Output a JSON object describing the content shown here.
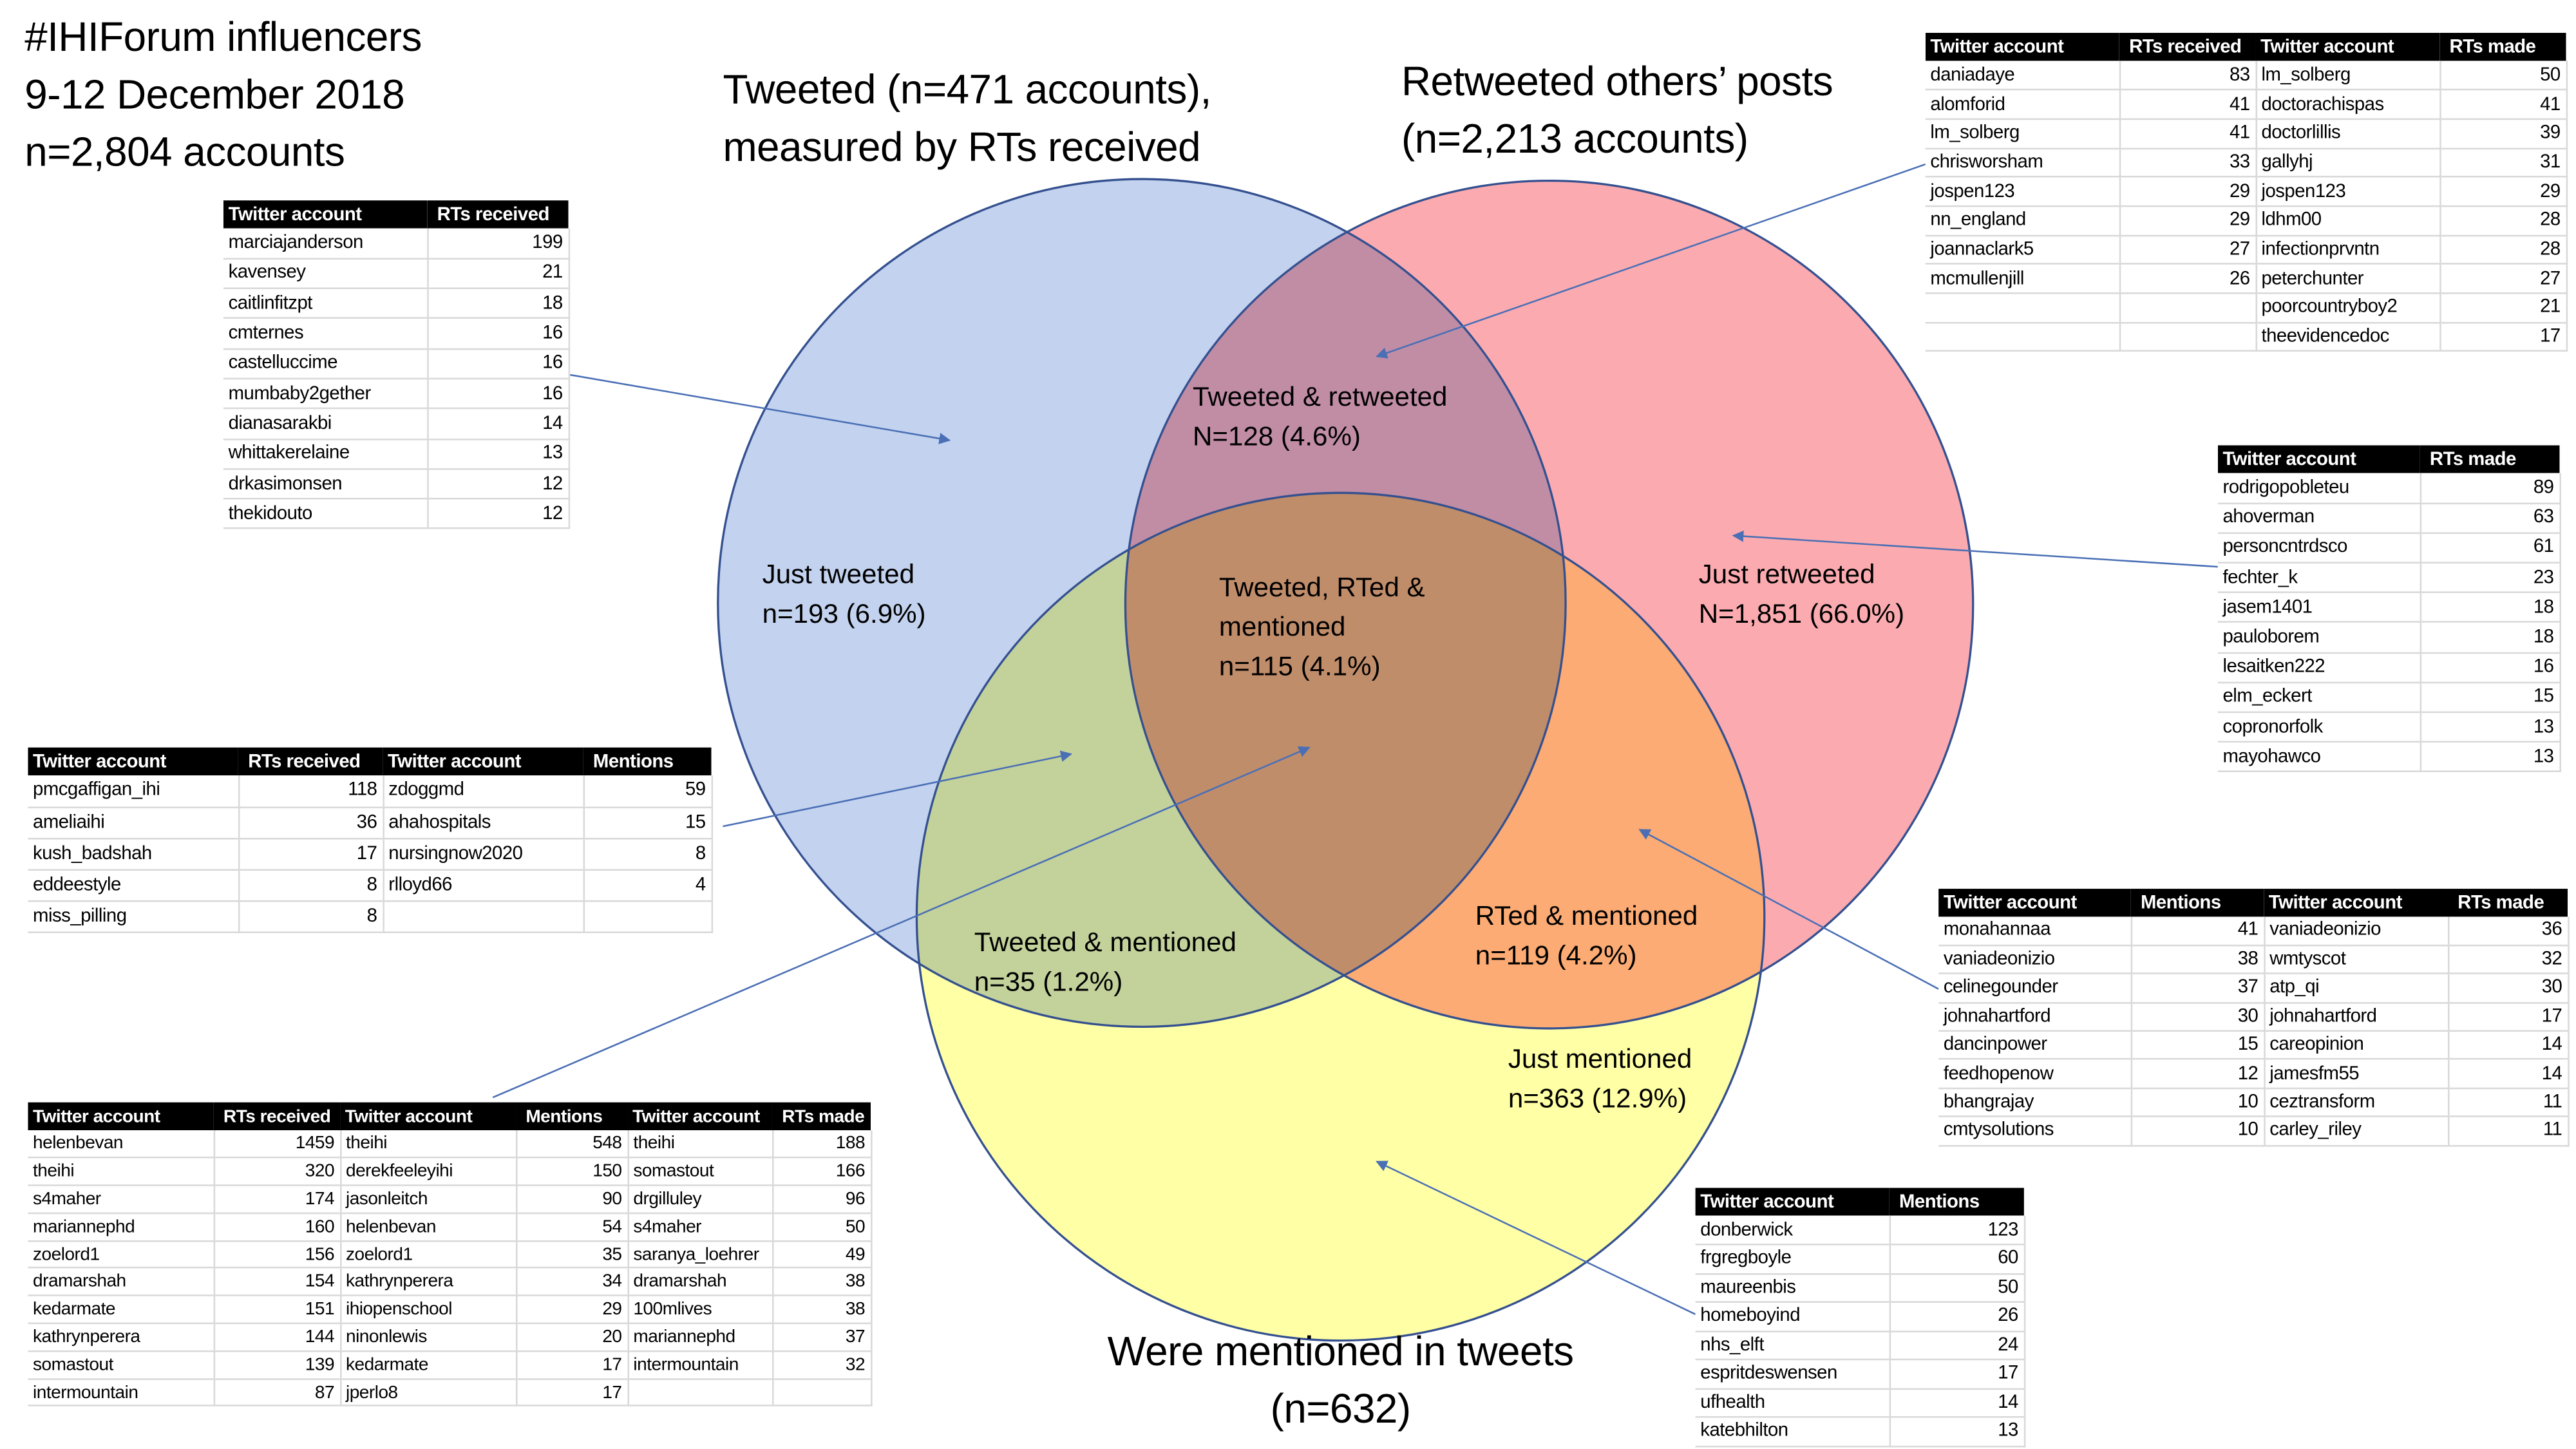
{
  "title": {
    "line1": "#IHIForum influencers",
    "line2": "9-12 December 2018",
    "line3": "n=2,804 accounts"
  },
  "sets": {
    "tweeted": {
      "line1": "Tweeted (n=471 accounts),",
      "line2": "measured by RTs received"
    },
    "retweeted": {
      "line1": "Retweeted others’ posts",
      "line2": "(n=2,213 accounts)"
    },
    "mentioned": {
      "line1": "Were mentioned in tweets",
      "line2": "(n=632)"
    }
  },
  "regions": {
    "tweeted_retweeted": {
      "line1": "Tweeted & retweeted",
      "line2": "N=128 (4.6%)"
    },
    "just_tweeted": {
      "line1": "Just tweeted",
      "line2": "n=193 (6.9%)"
    },
    "all_three": {
      "line1": "Tweeted, RTed &",
      "line2": "mentioned",
      "line3": "n=115 (4.1%)"
    },
    "just_retweeted": {
      "line1": "Just retweeted",
      "line2": "N=1,851 (66.0%)"
    },
    "tweeted_mentioned": {
      "line1": "Tweeted & mentioned",
      "line2": "n=35 (1.2%)"
    },
    "rted_mentioned": {
      "line1": "RTed &  mentioned",
      "line2": "n=119 (4.2%)"
    },
    "just_mentioned": {
      "line1": "Just mentioned",
      "line2": "n=363 (12.9%)"
    }
  },
  "colors": {
    "tweeted": "#c3d2ef",
    "retweeted": "#fbabb0",
    "mentioned": "#ffffa6",
    "outline": "#34508f",
    "arrow": "#4a6fb5"
  },
  "tables": {
    "just_tweeted": {
      "headers": [
        "Twitter account",
        "RTs received"
      ],
      "rows": [
        [
          "marciajanderson",
          "199"
        ],
        [
          "kavensey",
          "21"
        ],
        [
          "caitlinfitzpt",
          "18"
        ],
        [
          "cmternes",
          "16"
        ],
        [
          "castelluccime",
          "16"
        ],
        [
          "mumbaby2gether",
          "16"
        ],
        [
          "dianasarakbi",
          "14"
        ],
        [
          "whittakerelaine",
          "13"
        ],
        [
          "drkasimonsen",
          "12"
        ],
        [
          "thekidouto",
          "12"
        ]
      ]
    },
    "tweeted_retweeted": {
      "headers": [
        "Twitter account",
        "RTs received",
        "Twitter account",
        "RTs made"
      ],
      "rows": [
        [
          "daniadaye",
          "83",
          "lm_solberg",
          "50"
        ],
        [
          "alomforid",
          "41",
          "doctorachispas",
          "41"
        ],
        [
          "lm_solberg",
          "41",
          "doctorlillis",
          "39"
        ],
        [
          "chrisworsham",
          "33",
          "gallyhj",
          "31"
        ],
        [
          "jospen123",
          "29",
          "jospen123",
          "29"
        ],
        [
          "nn_england",
          "29",
          "ldhm00",
          "28"
        ],
        [
          "joannaclark5",
          "27",
          "infectionprvntn",
          "28"
        ],
        [
          "mcmullenjill",
          "26",
          "peterchunter",
          "27"
        ],
        [
          "",
          "",
          "poorcountryboy2",
          "21"
        ],
        [
          "",
          "",
          "theevidencedoc",
          "17"
        ]
      ]
    },
    "just_retweeted": {
      "headers": [
        "Twitter account",
        "RTs made"
      ],
      "rows": [
        [
          "rodrigopobleteu",
          "89"
        ],
        [
          "ahoverman",
          "63"
        ],
        [
          "personcntrdsco",
          "61"
        ],
        [
          "fechter_k",
          "23"
        ],
        [
          "jasem1401",
          "18"
        ],
        [
          "pauloborem",
          "18"
        ],
        [
          "lesaitken222",
          "16"
        ],
        [
          "elm_eckert",
          "15"
        ],
        [
          "copronorfolk",
          "13"
        ],
        [
          "mayohawco",
          "13"
        ]
      ]
    },
    "tweeted_mentioned": {
      "headers": [
        "Twitter account",
        "RTs received",
        "Twitter account",
        "Mentions"
      ],
      "rows": [
        [
          "pmcgaffigan_ihi",
          "118",
          "zdoggmd",
          "59"
        ],
        [
          "ameliaihi",
          "36",
          "ahahospitals",
          "15"
        ],
        [
          "kush_badshah",
          "17",
          "nursingnow2020",
          "8"
        ],
        [
          "eddeestyle",
          "8",
          "rlloyd66",
          "4"
        ],
        [
          "miss_pilling",
          "8",
          "",
          ""
        ]
      ]
    },
    "rted_mentioned": {
      "headers": [
        "Twitter account",
        "Mentions",
        "Twitter account",
        "RTs made"
      ],
      "rows": [
        [
          "monahannaa",
          "41",
          "vaniadeonizio",
          "36"
        ],
        [
          "vaniadeonizio",
          "38",
          "wmtyscot",
          "32"
        ],
        [
          "celinegounder",
          "37",
          "atp_qi",
          "30"
        ],
        [
          "johnahartford",
          "30",
          "johnahartford",
          "17"
        ],
        [
          "dancinpower",
          "15",
          "careopinion",
          "14"
        ],
        [
          "feedhopenow",
          "12",
          "jamesfm55",
          "14"
        ],
        [
          "bhangrajay",
          "10",
          "ceztransform",
          "11"
        ],
        [
          "cmtysolutions",
          "10",
          "carley_riley",
          "11"
        ]
      ]
    },
    "all_three": {
      "headers": [
        "Twitter account",
        "RTs received",
        "Twitter account",
        "Mentions",
        "Twitter account",
        "RTs made"
      ],
      "rows": [
        [
          "helenbevan",
          "1459",
          "theihi",
          "548",
          "theihi",
          "188"
        ],
        [
          "theihi",
          "320",
          "derekfeeleyihi",
          "150",
          "somastout",
          "166"
        ],
        [
          "s4maher",
          "174",
          "jasonleitch",
          "90",
          "drgilluley",
          "96"
        ],
        [
          "mariannephd",
          "160",
          "helenbevan",
          "54",
          "s4maher",
          "50"
        ],
        [
          "zoelord1",
          "156",
          "zoelord1",
          "35",
          "saranya_loehrer",
          "49"
        ],
        [
          "dramarshah",
          "154",
          "kathrynperera",
          "34",
          "dramarshah",
          "38"
        ],
        [
          "kedarmate",
          "151",
          "ihiopenschool",
          "29",
          "100mlives",
          "38"
        ],
        [
          "kathrynperera",
          "144",
          "ninonlewis",
          "20",
          "mariannephd",
          "37"
        ],
        [
          "somastout",
          "139",
          "kedarmate",
          "17",
          "intermountain",
          "32"
        ],
        [
          "intermountain",
          "87",
          "jperlo8",
          "17",
          "",
          ""
        ]
      ]
    },
    "just_mentioned": {
      "headers": [
        "Twitter account",
        "Mentions"
      ],
      "rows": [
        [
          "donberwick",
          "123"
        ],
        [
          "frgregboyle",
          "60"
        ],
        [
          "maureenbis",
          "50"
        ],
        [
          "homeboyind",
          "26"
        ],
        [
          "nhs_elft",
          "24"
        ],
        [
          "espritdeswensen",
          "17"
        ],
        [
          "ufhealth",
          "14"
        ],
        [
          "katebhilton",
          "13"
        ]
      ]
    }
  }
}
